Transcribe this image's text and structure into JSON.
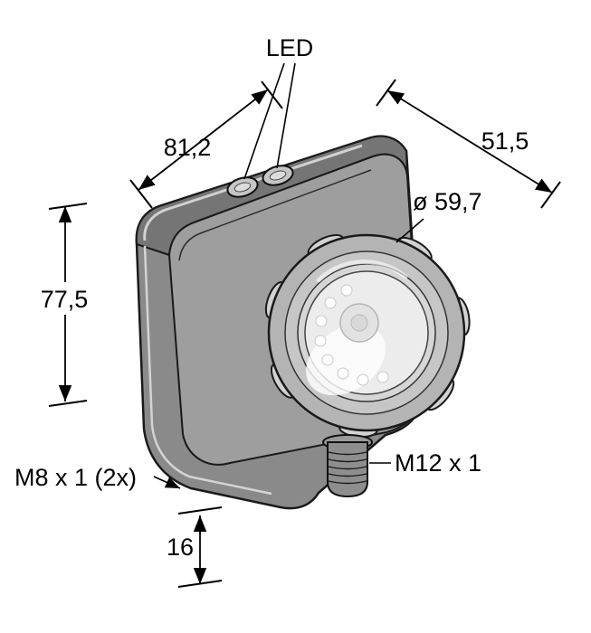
{
  "drawing": {
    "type": "technical-dimension-drawing",
    "subject": "vision sensor with ring light, isometric view with dimensions in mm",
    "labels": {
      "led": "LED",
      "dim_width": "81,2",
      "dim_depth": "51,5",
      "dim_lens_diameter": "ø 59,7",
      "dim_height": "77,5",
      "mount_thread": "M8 x 1 (2x)",
      "connector_thread": "M12 x 1",
      "dim_connector": "16"
    },
    "colors": {
      "outline": "#1a1a1a",
      "body_top": "#757575",
      "body_side": "#8a8a8a",
      "body_front": "#9e9e9e",
      "bezel": "#b4b4b4",
      "ring_mid": "#c6c6c6",
      "ring_inner": "#d6d6d6",
      "window": "#ececec",
      "grip": "#d2d2d2",
      "connector": "#8e8e8e",
      "dimension_line": "#000000"
    }
  }
}
